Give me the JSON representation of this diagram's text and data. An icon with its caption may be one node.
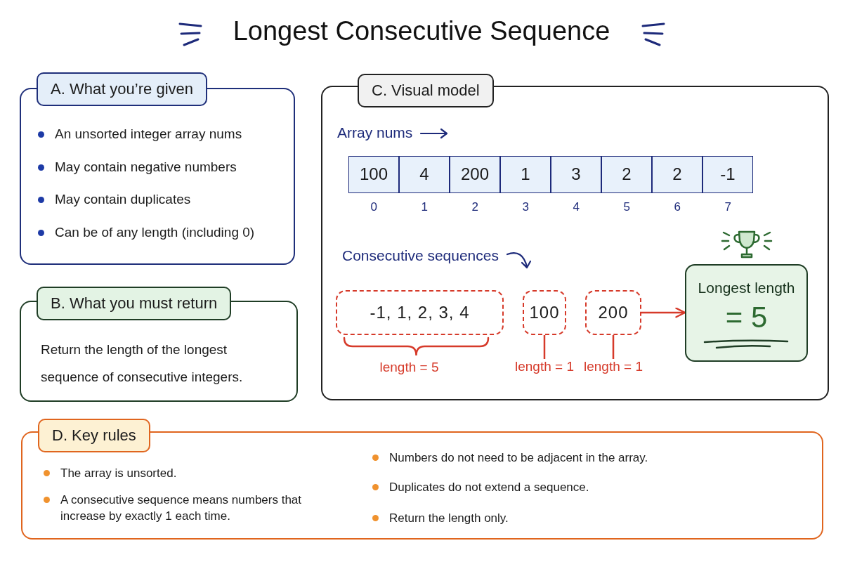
{
  "diagram": {
    "title": "Longest Consecutive Sequence",
    "nodes": [
      {
        "text": [
          "A. What you’re given",
          "An unsorted integer array nums",
          "May contain negative numbers",
          "May contain duplicates",
          "Can be of any length (including 0)"
        ]
      },
      {
        "text": [
          "B. What you must return",
          "Return the length of the longest sequence of consecutive integers."
        ]
      },
      {
        "text": [
          "C. Visual model"
        ]
      },
      {
        "text": [
          "100"
        ],
        "beside": [
          "0"
        ],
        "in": 2
      },
      {
        "text": [
          "4"
        ],
        "beside": [
          "1"
        ],
        "in": 2
      },
      {
        "text": [
          "200"
        ],
        "beside": [
          "2"
        ],
        "in": 2
      },
      {
        "text": [
          "1"
        ],
        "beside": [
          "3"
        ],
        "in": 2
      },
      {
        "text": [
          "3"
        ],
        "beside": [
          "4"
        ],
        "in": 2
      },
      {
        "text": [
          "2"
        ],
        "beside": [
          "5"
        ],
        "in": 2
      },
      {
        "text": [
          "2"
        ],
        "beside": [
          "6"
        ],
        "in": 2
      },
      {
        "text": [
          "-1"
        ],
        "beside": [
          "7"
        ],
        "in": 2
      },
      {
        "text": [
          "-1, 1, 2, 3, 4"
        ],
        "beside": [
          "length = 5"
        ],
        "in": 2
      },
      {
        "text": [
          "100"
        ],
        "in": 2
      },
      {
        "text": [
          "200"
        ],
        "in": 2
      },
      {
        "text": [
          "Longest length",
          "= 5"
        ],
        "in": 2
      },
      {
        "text": [
          "length = 1"
        ],
        "in": 2
      },
      {
        "text": [
          "length = 1"
        ],
        "in": 2
      },
      {
        "text": [
          "D. Key rules",
          "The array is unsorted.",
          "A consecutive sequence means numbers that increase by exactly 1 each time.",
          "Numbers do not need to be adjacent in the array.",
          "Duplicates do not extend a sequence.",
          "Return the length only."
        ]
      }
    ],
    "edges": [
      {
        "from": 13,
        "to": 14,
        "arrow": "to"
      },
      {
        "from": 15,
        "to": 12,
        "arrow": "none"
      },
      {
        "from": 16,
        "to": 13,
        "arrow": "none"
      }
    ],
    "labels": [
      "Array nums",
      "Consecutive sequences"
    ]
  }
}
